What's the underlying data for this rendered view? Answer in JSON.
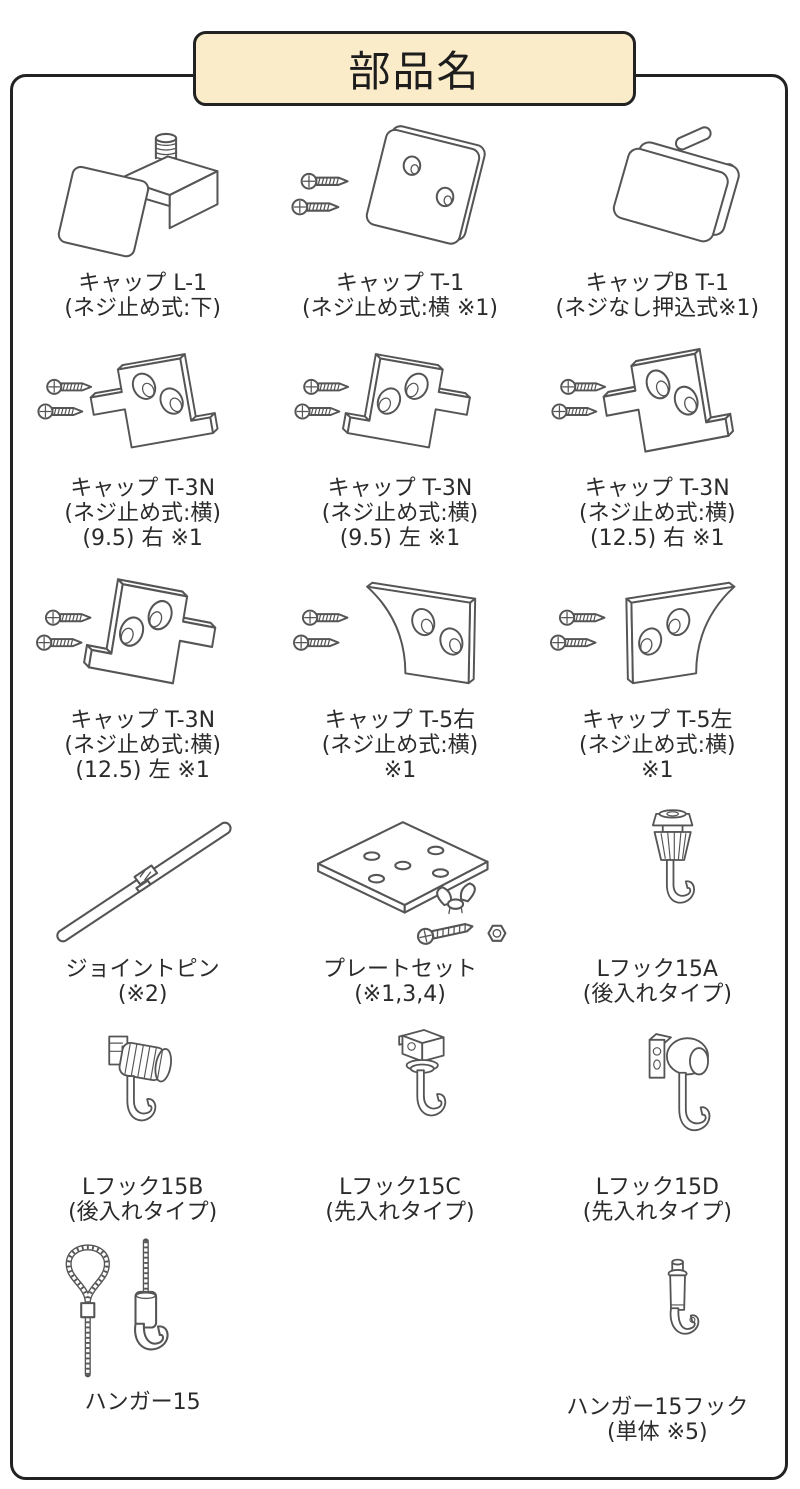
{
  "header": {
    "title": "部品名"
  },
  "parts": [
    {
      "art": "cap-l1",
      "line1": "キャップ L-1",
      "line2": "(ネジ止め式:下)"
    },
    {
      "art": "cap-t1",
      "line1": "キャップ T-1",
      "line2": "(ネジ止め式:横 ※1)"
    },
    {
      "art": "cap-b-t1",
      "line1": "キャップB T-1",
      "line2": "(ネジなし押込式※1)"
    },
    {
      "art": "cap-t3n-right",
      "line1": "キャップ T-3N",
      "line2": "(ネジ止め式:横)",
      "line3": "(9.5) 右 ※1"
    },
    {
      "art": "cap-t3n-left",
      "line1": "キャップ T-3N",
      "line2": "(ネジ止め式:横)",
      "line3": "(9.5) 左 ※1"
    },
    {
      "art": "cap-t3n-right",
      "line1": "キャップ T-3N",
      "line2": "(ネジ止め式:横)",
      "line3": "(12.5) 右 ※1"
    },
    {
      "art": "cap-t3n-left",
      "line1": "キャップ T-3N",
      "line2": "(ネジ止め式:横)",
      "line3": "(12.5) 左 ※1"
    },
    {
      "art": "cap-t5-right",
      "line1": "キャップ T-5右",
      "line2": "(ネジ止め式:横)",
      "line3": "※1"
    },
    {
      "art": "cap-t5-left",
      "line1": "キャップ T-5左",
      "line2": "(ネジ止め式:横)",
      "line3": "※1"
    },
    {
      "art": "joint-pin",
      "line1": "ジョイントピン",
      "line2": "(※2)"
    },
    {
      "art": "plate-set",
      "line1": "プレートセット",
      "line2": "(※1,3,4)"
    },
    {
      "art": "l-hook-15a",
      "line1": "Lフック15A",
      "line2": "(後入れタイプ)"
    },
    {
      "art": "l-hook-15b",
      "line1": "Lフック15B",
      "line2": "(後入れタイプ)"
    },
    {
      "art": "l-hook-15c",
      "line1": "Lフック15C",
      "line2": "(先入れタイプ)"
    },
    {
      "art": "l-hook-15d",
      "line1": "Lフック15D",
      "line2": "(先入れタイプ)"
    },
    {
      "art": "hanger-15",
      "line1": "ハンガー15"
    },
    {
      "art": "empty",
      "line1": ""
    },
    {
      "art": "hanger-15-hook",
      "line1": "ハンガー15フック",
      "line2": "(単体 ※5)"
    }
  ],
  "colors": {
    "title_bg": "#FAECC8",
    "border": "#222222",
    "line_art": "#555555",
    "text": "#2B2B2B"
  }
}
